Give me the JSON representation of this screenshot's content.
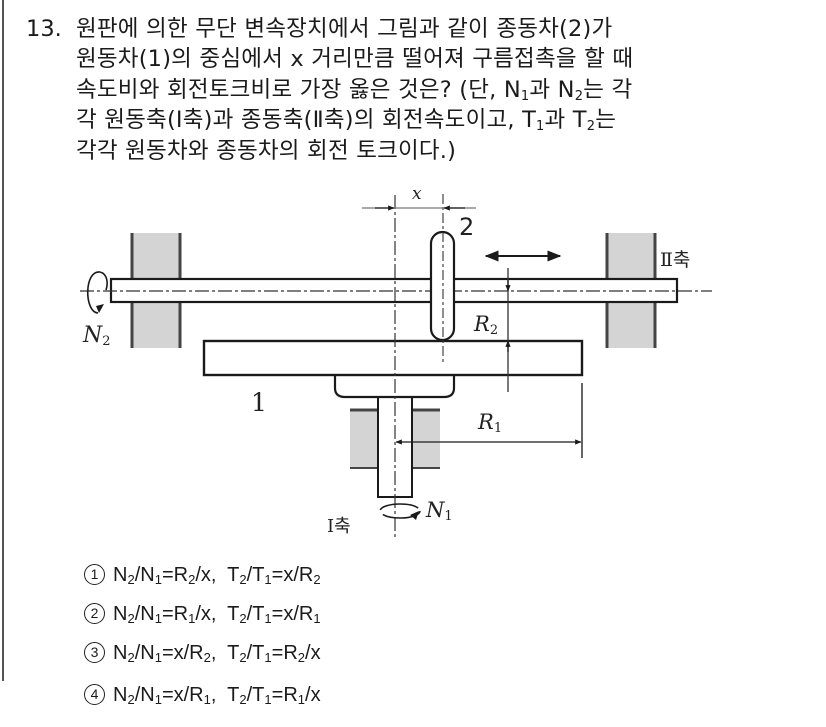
{
  "question": {
    "number": "13.",
    "lines": [
      "원판에 의한 무단 변속장치에서 그림과 같이 종동차(2)가",
      "원동차(1)의 중심에서 x 거리만큼 떨어져 구름접촉을 할 때",
      "속도비와 회전토크비로 가장 옳은 것은? (단, ",
      "각 원동축(Ⅰ축)과 종동축(Ⅱ축)의 회전속도이고, ",
      "각각 원동차와 종동차의 회전 토크이다.)"
    ],
    "line3": {
      "pre": "속도비와 회전토크비로 가장 옳은 것은? (단, N",
      "sub1": "1",
      "mid": "과 N",
      "sub2": "2",
      "post": "는 각"
    },
    "line4": {
      "pre": "각 원동축(Ⅰ축)과 종동축(Ⅱ축)의 회전속도이고, T",
      "sub1": "1",
      "mid": "과 T",
      "sub2": "2",
      "post": "는"
    }
  },
  "diagram": {
    "labels": {
      "x": "x",
      "wheel2": "2",
      "disk1": "1",
      "R1": "R",
      "R1_sub": "1",
      "R2": "R",
      "R2_sub": "2",
      "N1": "N",
      "N1_sub": "1",
      "N2": "N",
      "N2_sub": "2",
      "axis1": "Ⅰ축",
      "axis2": "Ⅱ축"
    },
    "colors": {
      "line": "#1a1a1a",
      "bearing_fill": "#d4d4d4",
      "bearing_edge": "#444444"
    }
  },
  "options": [
    {
      "marker": "1",
      "a_num": "N",
      "a_num_sub": "2",
      "a_den": "N",
      "a_den_sub": "1",
      "a_rhs_pre": "R",
      "a_rhs_sub": "2",
      "a_rhs_post": "/x",
      "b_rhs_pre": "x/R",
      "b_rhs_sub": "2",
      "b_rhs_post": ""
    },
    {
      "marker": "2",
      "a_num": "N",
      "a_num_sub": "2",
      "a_den": "N",
      "a_den_sub": "1",
      "a_rhs_pre": "R",
      "a_rhs_sub": "1",
      "a_rhs_post": "/x",
      "b_rhs_pre": "x/R",
      "b_rhs_sub": "1",
      "b_rhs_post": ""
    },
    {
      "marker": "3",
      "a_num": "N",
      "a_num_sub": "2",
      "a_den": "N",
      "a_den_sub": "1",
      "a_rhs_pre": "x/R",
      "a_rhs_sub": "2",
      "a_rhs_post": "",
      "b_rhs_pre": "R",
      "b_rhs_sub": "2",
      "b_rhs_post": "/x"
    },
    {
      "marker": "4",
      "a_num": "N",
      "a_num_sub": "2",
      "a_den": "N",
      "a_den_sub": "1",
      "a_rhs_pre": "x/R",
      "a_rhs_sub": "1",
      "a_rhs_post": "",
      "b_rhs_pre": "R",
      "b_rhs_sub": "1",
      "b_rhs_post": "/x"
    }
  ],
  "option_texts": [
    "N2/N1=R2/x, T2/T1=x/R2",
    "N2/N1=R1/x, T2/T1=x/R1",
    "N2/N1=x/R2, T2/T1=R2/x",
    "N2/N1=x/R1, T2/T1=R1/x"
  ]
}
